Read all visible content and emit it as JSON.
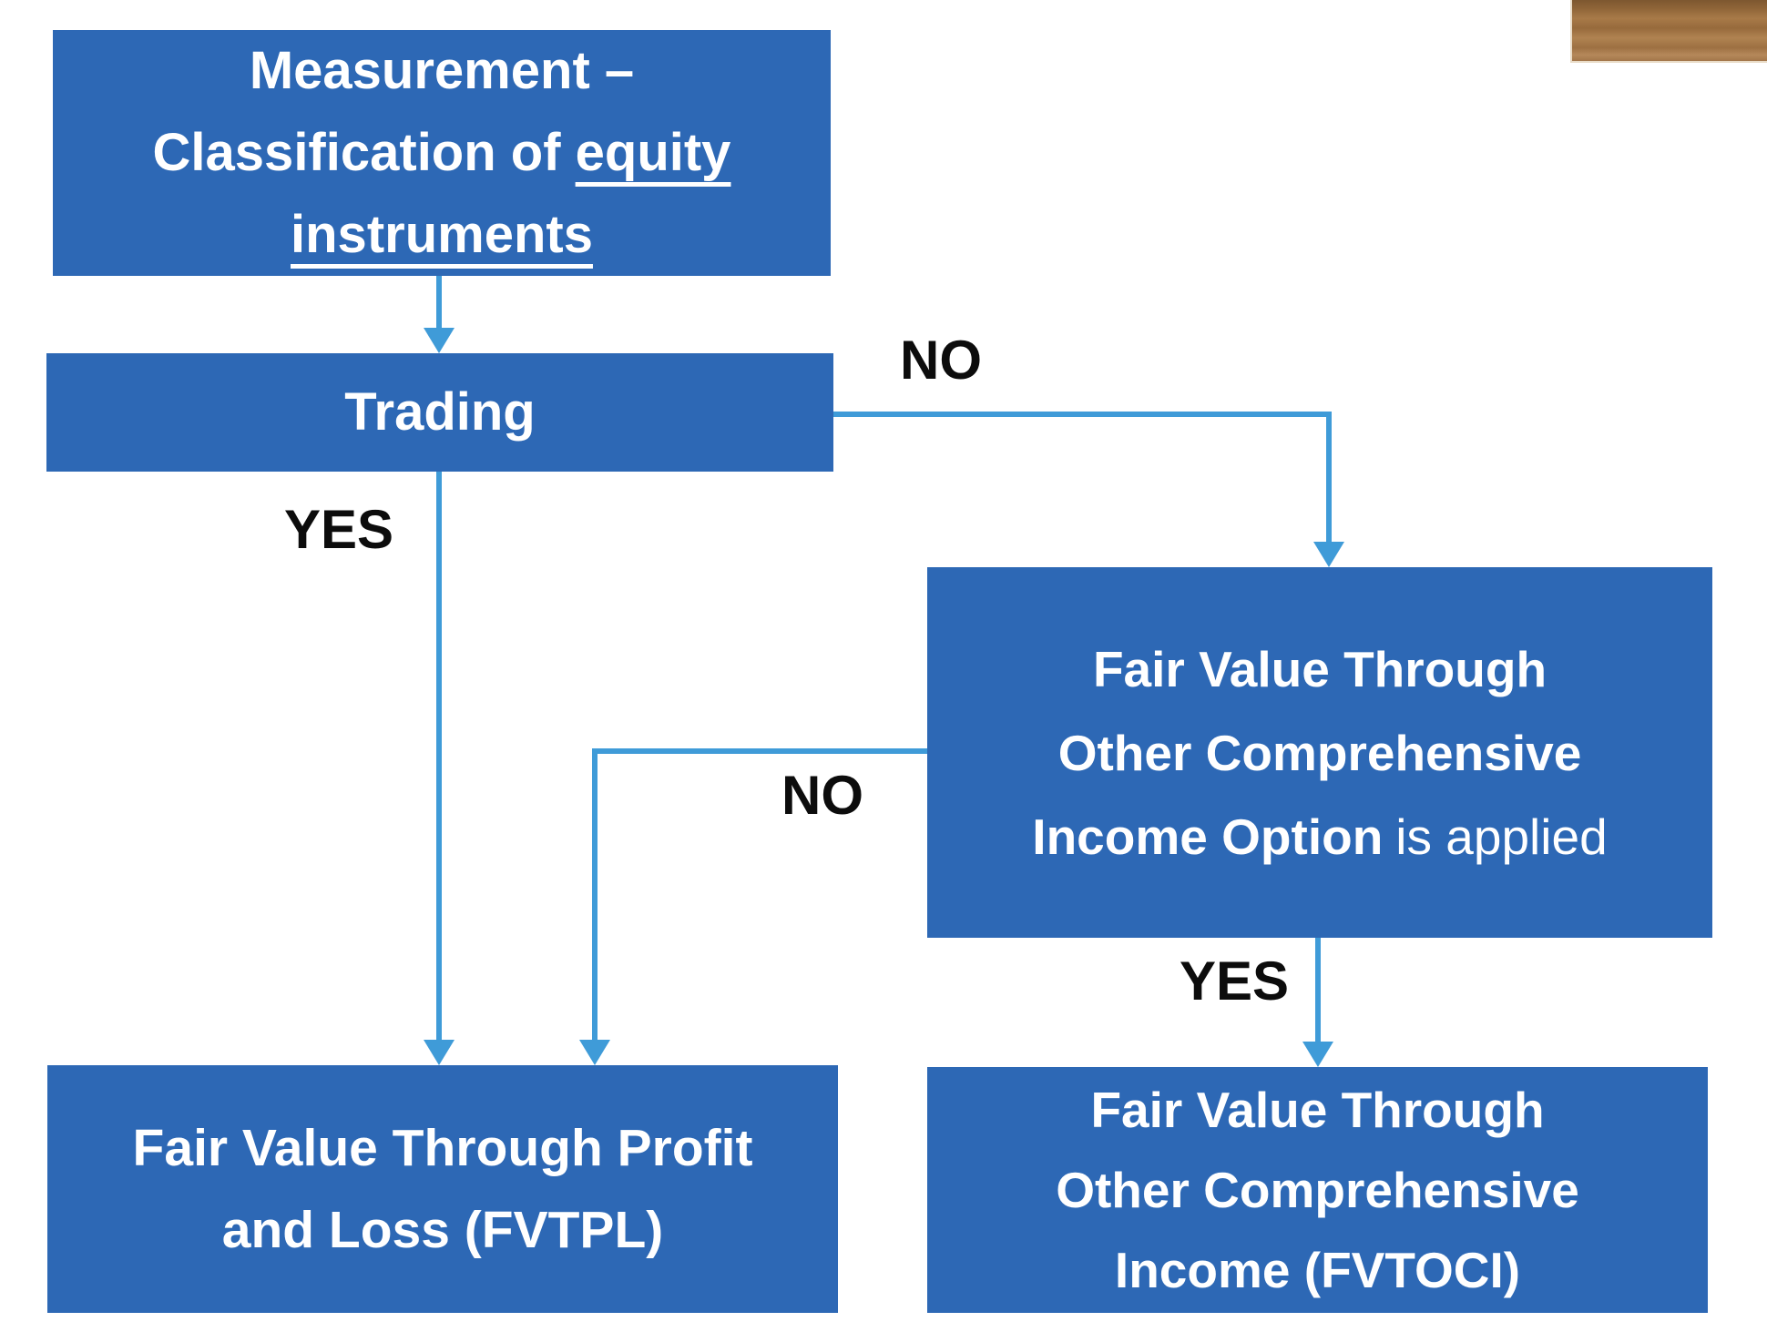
{
  "colors": {
    "box_blue": "#2D68B5",
    "line_blue": "#3F9BD8",
    "label_black": "#0c0c0c",
    "text_white": "#ffffff"
  },
  "decor": {
    "wood_photo": "wood-grain-photo-sliver"
  },
  "flowchart": {
    "title_box": {
      "line1": "Measurement –",
      "line2_prefix": "Classification of ",
      "line2_underlined": "equity",
      "line3_underlined": "instruments"
    },
    "trading_box": {
      "label": "Trading"
    },
    "fvoci_option_box": {
      "line1": "Fair Value Through",
      "line2": "Other Comprehensive",
      "line3_bold": "Income Option",
      "line3_regular": "is applied"
    },
    "fvtpl_box": {
      "line1": "Fair Value Through Profit",
      "line2": "and Loss (FVTPL)"
    },
    "fvtoci_box": {
      "line1": "Fair Value Through",
      "line2": "Other Comprehensive",
      "line3": "Income (FVTOCI)"
    },
    "labels": {
      "no1": "NO",
      "yes1": "YES",
      "no2": "NO",
      "yes2": "YES"
    }
  }
}
